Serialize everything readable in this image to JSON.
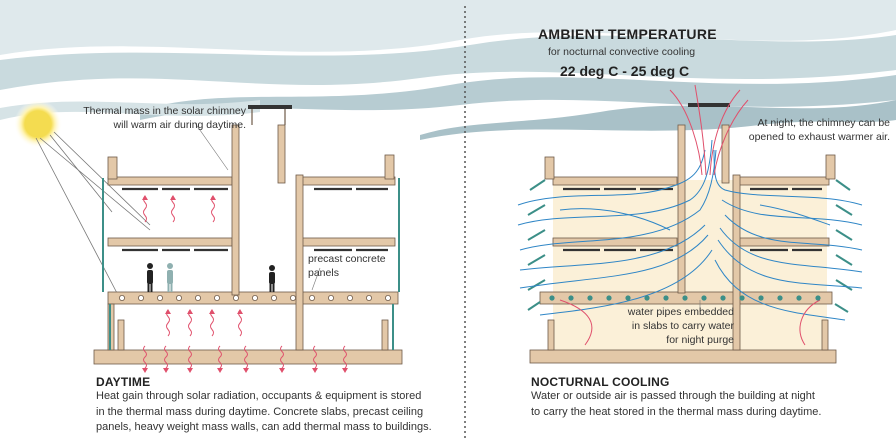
{
  "ambient": {
    "title": "AMBIENT TEMPERATURE",
    "subtitle": "for nocturnal convective cooling",
    "range": "22 deg C - 25 deg C"
  },
  "daytime": {
    "annotation_chimney_line1": "Thermal mass in the solar chimney",
    "annotation_chimney_line2": "will warm air during daytime.",
    "annotation_panels_line1": "precast concrete",
    "annotation_panels_line2": "panels",
    "caption_title": "DAYTIME",
    "caption_line1": "Heat gain through solar radiation, occupants & equipment is stored",
    "caption_line2": "in the thermal mass during daytime. Concrete slabs, precast ceiling",
    "caption_line3": "panels, heavy weight  mass walls, can add thermal mass to buildings."
  },
  "nocturnal": {
    "annotation_chimney_line1": "At night, the chimney can be",
    "annotation_chimney_line2": "opened to exhaust warmer air.",
    "annotation_pipes_line1": "water pipes embedded",
    "annotation_pipes_line2": "in slabs to carry water",
    "annotation_pipes_line3": "for night purge",
    "caption_title": "NOCTURNAL COOLING",
    "caption_line1": "Water or outside air is passed through the building at night",
    "caption_line2": "to carry the heat stored in the thermal mass during daytime."
  },
  "colors": {
    "structure": "#e3c8a8",
    "structure_edge": "#6e5a48",
    "glass": "#3c8f88",
    "heat": "#e0506c",
    "airflow": "#2f86c6",
    "warm_fill": "#fbf0d8",
    "sky": "#b9cdd3",
    "sun": "#f4dc50"
  },
  "icons": [
    "sun-icon",
    "person-icon",
    "heat-arrow-icon",
    "airflow-line-icon"
  ]
}
